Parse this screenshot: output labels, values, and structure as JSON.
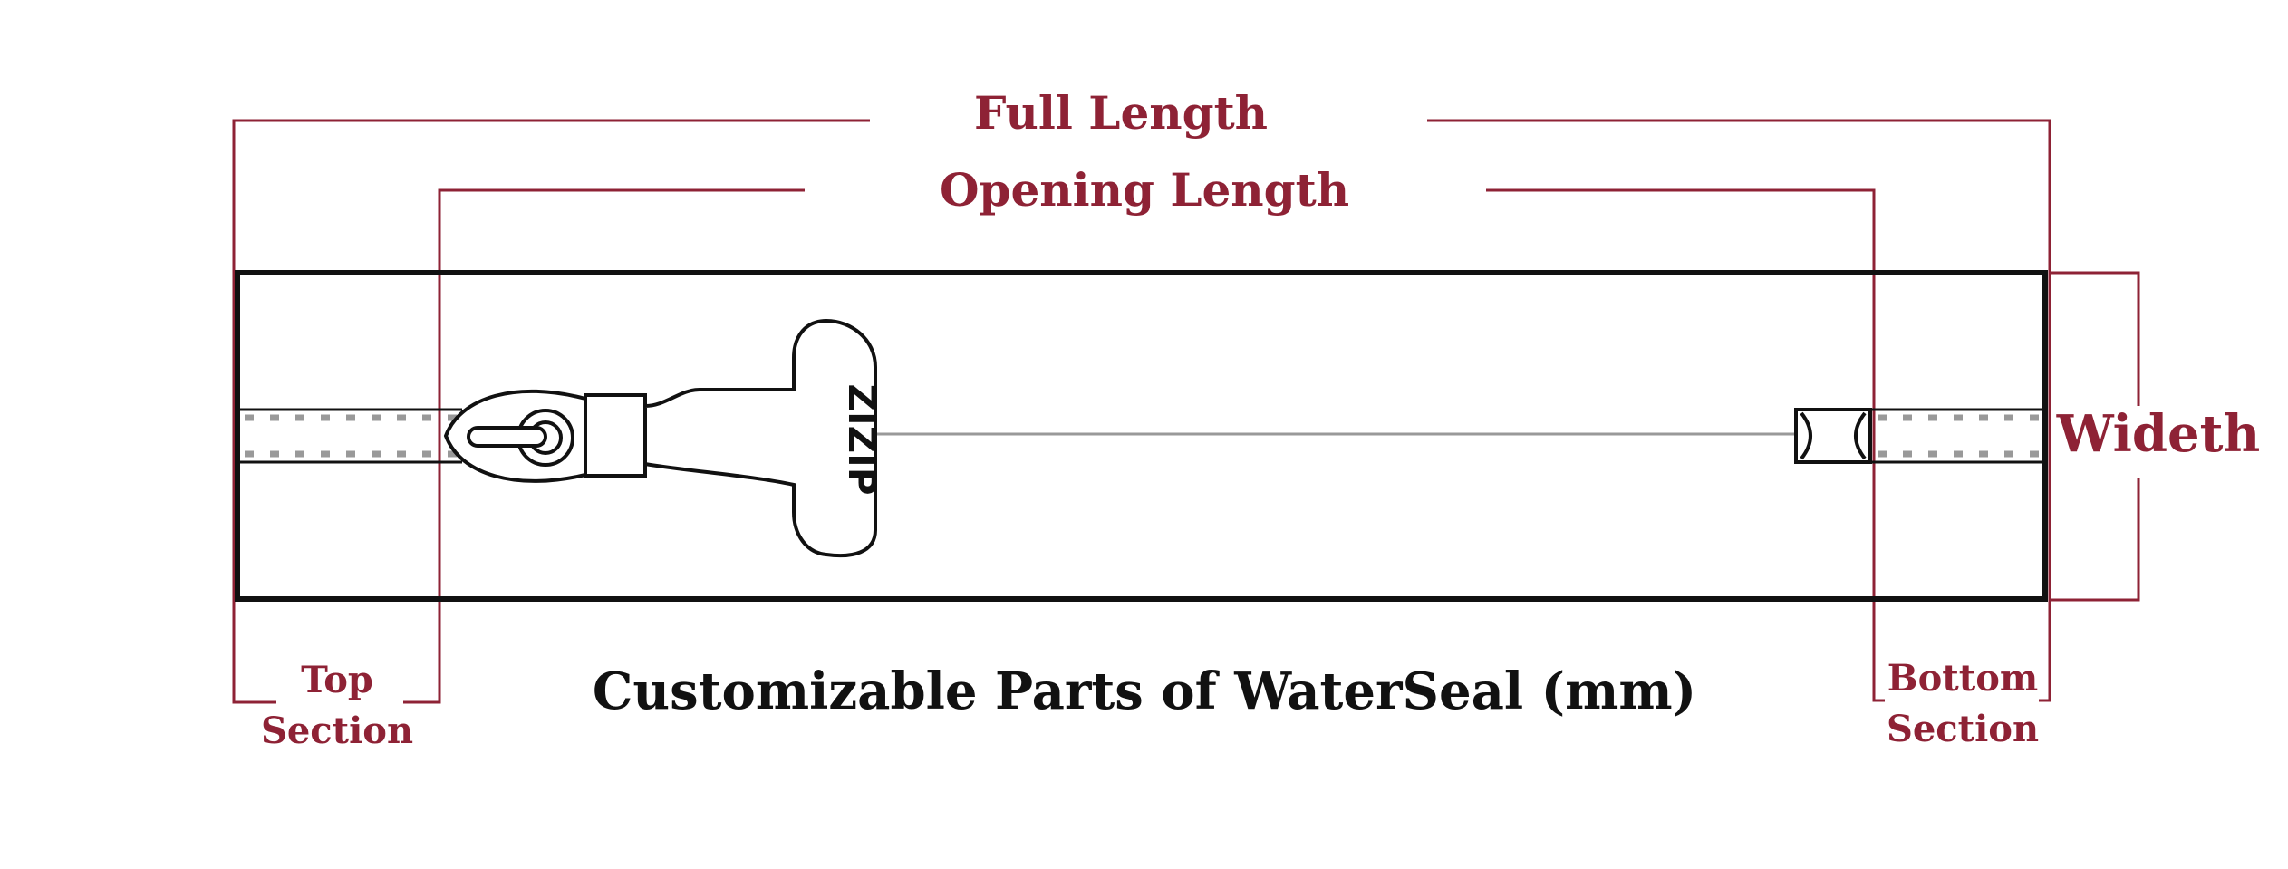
{
  "colors": {
    "accent": "#8e2235",
    "outline": "#111111",
    "background": "#ffffff",
    "teeth": "#999999"
  },
  "labels": {
    "full_length": "Full Length",
    "opening_length": "Opening Length",
    "width": "Wideth",
    "top_section_line1": "Top",
    "top_section_line2": "Section",
    "bottom_section_line1": "Bottom",
    "bottom_section_line2": "Section",
    "title": "Customizable Parts of WaterSeal (mm)"
  },
  "zipper": {
    "brand": "ZIZIP",
    "slider_icon": "zipper-slider-icon",
    "stop_icon": "zipper-end-stop-icon"
  }
}
